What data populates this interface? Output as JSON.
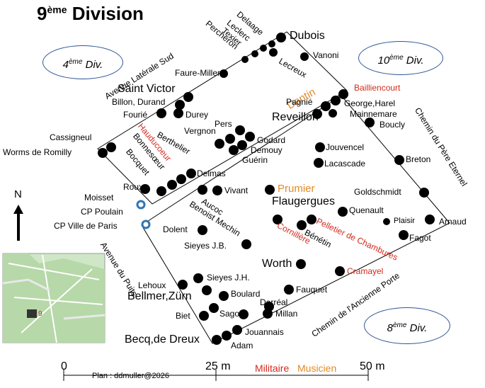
{
  "title": {
    "main": "9",
    "sup": "ème",
    "rest": " Division"
  },
  "neighbors": {
    "d4": {
      "main": "4",
      "sup": "ème",
      "rest": " Div."
    },
    "d10": {
      "main": "10",
      "sup": "ème",
      "rest": " Div."
    },
    "d8": {
      "main": "8",
      "sup": "ème",
      "rest": " Div."
    }
  },
  "paths": {
    "lateral_sud": "Avenue Latérale Sud",
    "pere_eternel": "Chemin du Père Eternel",
    "puits": "Avenue du Puits",
    "ancienne_porte": "Chemin de l'Ancienne Porte"
  },
  "north": "N",
  "scale": {
    "zero": "0",
    "mid": "25 m",
    "end": "50 m",
    "credit": "Plan : ddmuller@2026"
  },
  "legend": {
    "military": "Militaire",
    "musician": "Musicien"
  },
  "colors": {
    "military": "#d42a1e",
    "musician": "#e08a28",
    "dot": "#000000",
    "border": "#2f5597"
  },
  "labels": {
    "dubois": "Dubois",
    "delaage": "Delaage",
    "leclerc": "Leclerc",
    "texier": "Texier",
    "percheron": "Percheron",
    "vanoni": "Vanoni",
    "lecreux": "Lecreux",
    "faure_miller": "Faure-Miller",
    "saint_victor": "Saint Victor",
    "billon": "Billon, Durand",
    "fourie": "Fourié",
    "durey": "Durey",
    "dantin": "Dantin",
    "bailliencourt": "Bailliencourt",
    "pagnie": "Pagnié",
    "george_harel": "George,Harel",
    "mainnemare": "Mainnemare",
    "boucly": "Boucly",
    "reveillon": "Reveillon",
    "pers": "Pers",
    "vergnon": "Vergnon",
    "berthelier": "Berthelier",
    "godard": "Godard",
    "demouy": "Demouy",
    "guerin": "Guérin",
    "jouvencel": "Jouvencel",
    "lacascade": "Lacascade",
    "breton": "Breton",
    "cassigneul": "Cassigneul",
    "worms": "Worms de Romilly",
    "hauducoeur": "Hauducoeur",
    "bonnesoeur": "Bonnesœur",
    "bocquet": "Bocquet",
    "delmas": "Delmas",
    "roux": "Roux",
    "vivant": "Vivant",
    "prumier": "Prumier",
    "flaugergues": "Flaugergues",
    "goldschmidt": "Goldschmidt",
    "moisset": "Moisset",
    "cp_poulain": "CP Poulain",
    "aucoc": "Aucoc",
    "benoist": "Benoist Mechin",
    "quenault": "Quenault",
    "plaisir": "Plaisir",
    "arnaud": "Arnaud",
    "cp_ville": "CP Ville de Paris",
    "pelletier": "Pelletier de Chambures",
    "cornillere": "Cornillère",
    "benetin": "Bénétin",
    "fagot": "Fagot",
    "dolent": "Dolent",
    "sieyes_jb": "Sieyes J.B.",
    "worth": "Worth",
    "cramayel": "Cramayel",
    "lehoux": "Lehoux",
    "sieyes_jh": "Sieyes J.H.",
    "bellmer": "Bellmer,Zürn",
    "boulard": "Boulard",
    "fauquet": "Fauquet",
    "biet": "Biet",
    "sagot": "Sagot",
    "derreal": "Derréal",
    "millan": "Millan",
    "becq": "Becq,de Dreux",
    "jouannais": "Jouannais",
    "adam": "Adam"
  }
}
